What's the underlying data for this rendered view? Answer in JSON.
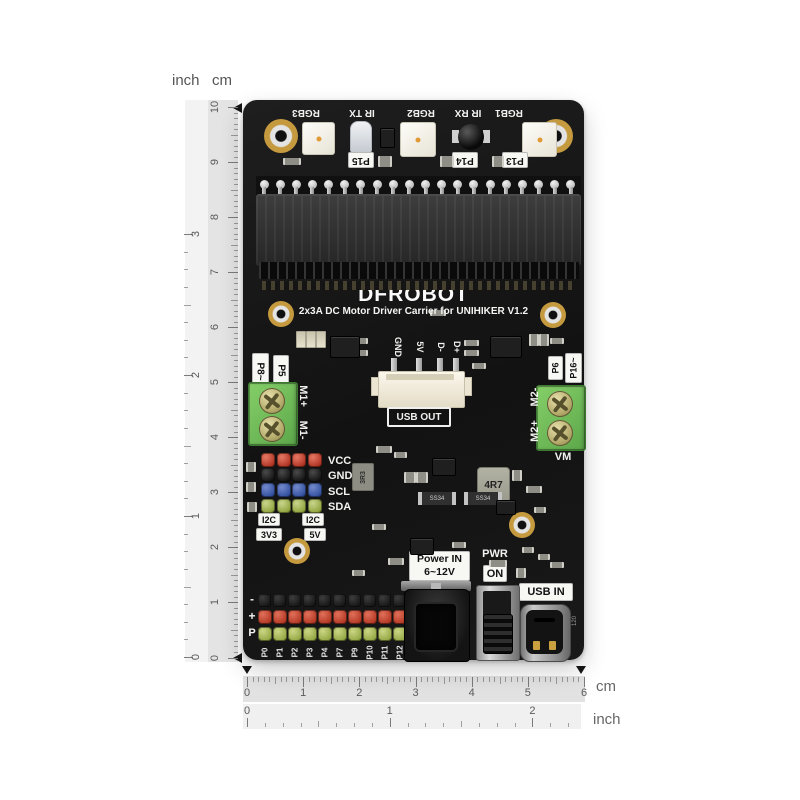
{
  "colors": {
    "board": "#161616",
    "silkscreen": "#f2f2f0",
    "terminal_green": "#6fbe57",
    "pin_red": "#cc4434",
    "pin_black": "#1e1e1e",
    "pin_blue": "#4766b4",
    "pin_green": "#a8bf55",
    "gold": "#c59a3f",
    "ruler_dark_band": "#e4e4e4",
    "ruler_light_band": "#f3f3f3"
  },
  "ruler_vertical": {
    "inch_header": "inch",
    "cm_header": "cm",
    "cm_numbers": [
      "10",
      "9",
      "8",
      "7",
      "6",
      "5",
      "4",
      "3",
      "2",
      "1",
      "0"
    ],
    "inch_numbers": [
      "3",
      "2",
      "1",
      "0"
    ]
  },
  "ruler_horizontal": {
    "cm_numbers": [
      "0",
      "1",
      "2",
      "3",
      "4",
      "5",
      "6"
    ],
    "inch_numbers": [
      "0",
      "1",
      "2"
    ],
    "cm_label": "cm",
    "inch_label": "inch"
  },
  "board": {
    "logo": "DFROBOT",
    "title": "2x3A DC Motor Driver Carrier for UNIHIKER V1.2",
    "top": {
      "rgb3": "RGB3",
      "ir_tx": "IR TX",
      "rgb2": "RGB2",
      "ir_rx": "IR RX",
      "rgb1": "RGB1",
      "p15": "P15",
      "p14": "P14",
      "p13": "P13"
    },
    "left": {
      "p8": "P8~",
      "p5": "P5",
      "m1_plus": "M1+",
      "m1_minus": "M1-"
    },
    "right": {
      "p6": "P6",
      "p16": "P16~",
      "m2_minus": "M2-",
      "m2_plus": "M2+",
      "vm": "VM"
    },
    "usb_out": {
      "pin_labels": [
        "GND",
        "5V",
        "D-",
        "D+"
      ],
      "label": "USB OUT"
    },
    "i2c": {
      "row_labels": [
        "VCC",
        "GND",
        "SCL",
        "SDA"
      ],
      "left_box": [
        "I2C",
        "3V3"
      ],
      "right_box": [
        "I2C",
        "5V"
      ]
    },
    "components": {
      "inductor_small": "3R3",
      "inductor_big": "4R7",
      "diode": "SS34",
      "usbc_side": "120"
    },
    "power": {
      "line1": "Power IN",
      "line2": "6~12V",
      "pwr": "PWR",
      "on": "ON"
    },
    "usb_in_label": "USB IN",
    "header": {
      "row_labels": [
        "-",
        "+",
        "P"
      ],
      "pin_labels": [
        "P0",
        "P1",
        "P2",
        "P3",
        "P4",
        "P7",
        "P9",
        "P10",
        "P11",
        "P12"
      ]
    }
  }
}
